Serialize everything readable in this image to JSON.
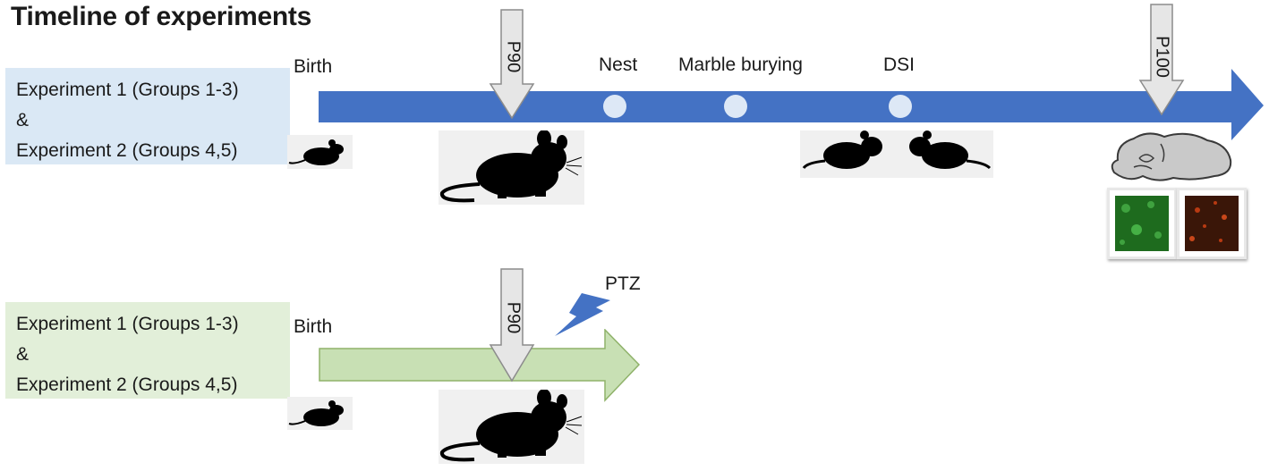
{
  "title": "Timeline of experiments",
  "colors": {
    "timeline1": "#4472c4",
    "timeline2": "#c8e0b4",
    "box1": "#dae8f5",
    "box2": "#e2efd9",
    "marker": "#dde8f6",
    "pointer": "#e6e6e6",
    "lightning": "#4472c4"
  },
  "rows": [
    {
      "box_lines": [
        "Experiment 1 (Groups 1-3)",
        "&",
        "Experiment 2 (Groups 4,5)"
      ],
      "start_label": "Birth",
      "pointers": [
        "P90",
        "P100"
      ],
      "events": [
        "Nest",
        "Marble burying",
        "DSI"
      ],
      "icons": [
        "mouse-icon",
        "brain-icon",
        "microscopy-icon"
      ]
    },
    {
      "box_lines": [
        "Experiment 1 (Groups 1-3)",
        "&",
        "Experiment 2 (Groups 4,5)"
      ],
      "start_label": "Birth",
      "pointers": [
        "P90"
      ],
      "treatment": "PTZ",
      "icons": [
        "mouse-icon",
        "lightning-icon"
      ]
    }
  ]
}
